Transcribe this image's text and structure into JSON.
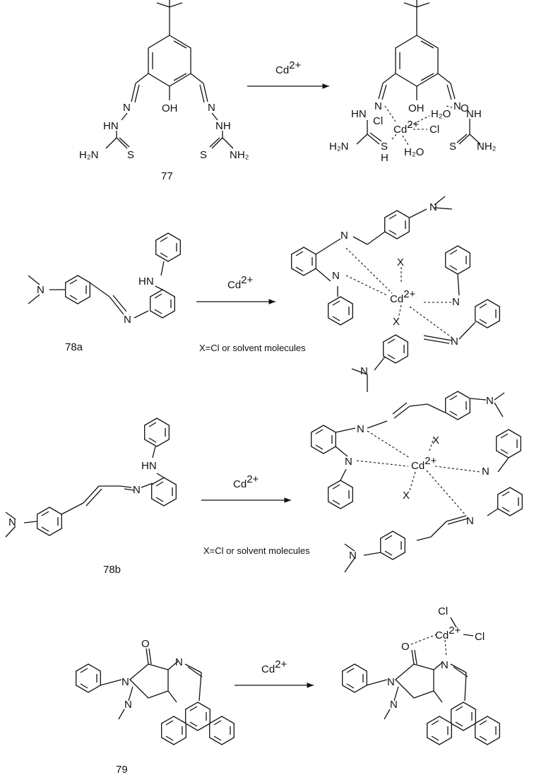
{
  "reagent": {
    "cd": "Cd",
    "charge": "2+"
  },
  "compounds": {
    "c77": {
      "label": "77"
    },
    "c78a": {
      "label": "78a",
      "note": "X=Cl or solvent molecules"
    },
    "c78b": {
      "label": "78b",
      "note": "X=Cl or solvent molecules"
    },
    "c79": {
      "label": "79"
    }
  },
  "atoms": {
    "OH": "OH",
    "HN": "HN",
    "NH": "NH",
    "N": "N",
    "S": "S",
    "H2N": "H₂N",
    "NH2": "NH₂",
    "Cl": "Cl",
    "H2O": "H₂O",
    "H": "H",
    "X": "X",
    "O": "O"
  }
}
